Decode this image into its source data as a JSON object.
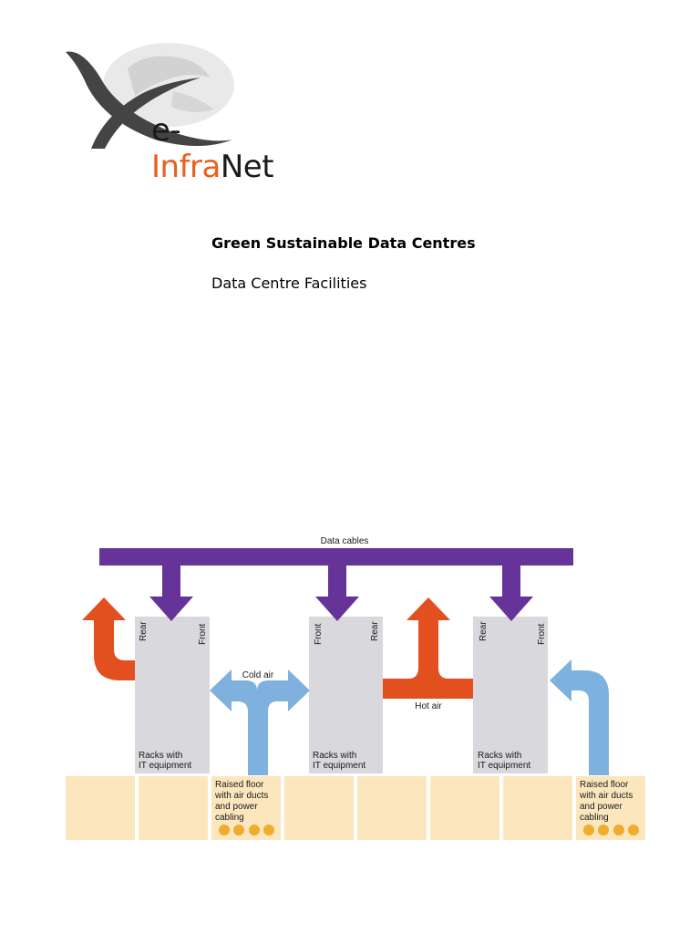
{
  "logo": {
    "prefix": "e-",
    "infra": "Infra",
    "net": "Net"
  },
  "document": {
    "title": "Green Sustainable Data Centres",
    "subtitle": "Data Centre Facilities"
  },
  "diagram": {
    "data_cables_label": "Data cables",
    "cold_air_label": "Cold air",
    "hot_air_label": "Hot air",
    "racks": [
      {
        "top_left": "Rear",
        "top_right": "Front",
        "label_line1": "Racks with",
        "label_line2": "IT equipment"
      },
      {
        "top_left": "Front",
        "top_right": "Rear",
        "label_line1": "Racks with",
        "label_line2": "IT equipment"
      },
      {
        "top_left": "Rear",
        "top_right": "Front",
        "label_line1": "Racks with",
        "label_line2": "IT equipment"
      }
    ],
    "floor_labels": [
      {
        "line1": "Raised floor",
        "line2": "with air ducts",
        "line3": "and power",
        "line4": "cabling"
      },
      {
        "line1": "Raised floor",
        "line2": "with air ducts",
        "line3": "and power",
        "line4": "cabling"
      }
    ],
    "colors": {
      "data_cables": "#663399",
      "hot_air": "#e2501f",
      "cold_air": "#7fb1de",
      "rack": "#d9d8dc",
      "floor": "#fbe6be",
      "floor_dots": "#f0ac2c"
    }
  }
}
